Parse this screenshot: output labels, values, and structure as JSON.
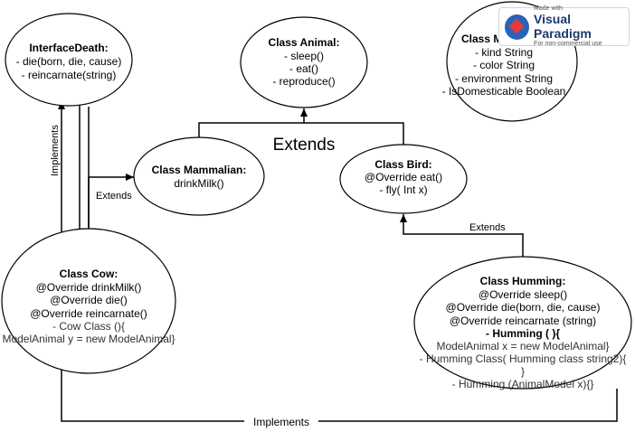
{
  "diagram": {
    "nodes": {
      "interface_death": {
        "title": "InterfaceDeath:",
        "lines": [
          "- die(born, die, cause)",
          "- reincarnate(string)"
        ]
      },
      "animal": {
        "title": "Class Animal:",
        "lines": [
          "- sleep()",
          "- eat()",
          "- reproduce()"
        ]
      },
      "model": {
        "title": "Class Mod",
        "lines": [
          "- kind     String",
          "- color    String",
          "- environment    String",
          "- IsDomesticable Boolean"
        ]
      },
      "mammalian": {
        "title": "Class Mammalian:",
        "lines": [
          "drinkMilk()"
        ]
      },
      "bird": {
        "title": "Class Bird:",
        "lines": [
          "@Override eat()",
          "- fly( Int x)"
        ]
      },
      "cow": {
        "title": "Class Cow:",
        "lines": [
          "@Override drinkMilk()",
          "@Override die()",
          "@Override reincarnate()",
          "- Cow Class (){",
          "ModelAnimal y = new ModelAnimal}"
        ]
      },
      "humming": {
        "title": "Class Humming:",
        "lines": [
          "@Override sleep()",
          "@Override die(born, die, cause)",
          "@Override reincarnate (string)",
          "- Humming ( ){",
          "ModelAnimal x = new ModelAnimal}",
          "- Humming Class( Humming class string2){",
          "}",
          "- Humming (AnimalModel x){}"
        ]
      }
    },
    "edge_labels": {
      "implements_vertical": "Implements",
      "implements_bottom": "Implements",
      "extends_big": "Extends",
      "extends_cow": "Extends",
      "extends_humming": "Extends"
    }
  },
  "watermark": {
    "made_with": "Made with",
    "brand": "Visual Paradigm",
    "note": "For non-commercial use"
  }
}
